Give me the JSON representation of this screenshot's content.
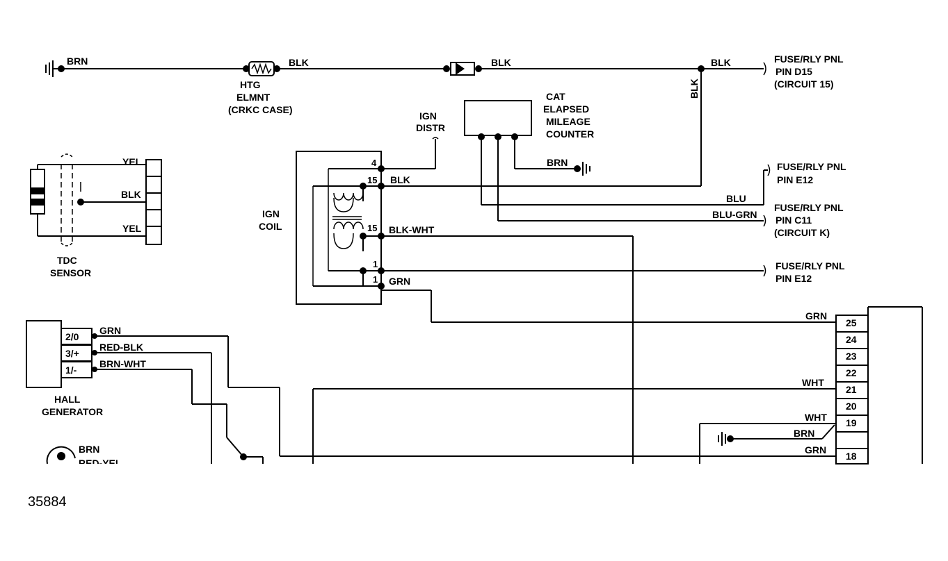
{
  "figure_number": "35884",
  "wire_labels": {
    "brn": "BRN",
    "blk": "BLK",
    "yel": "YEL",
    "blu": "BLU",
    "blu_grn": "BLU-GRN",
    "blk_wht": "BLK-WHT",
    "grn": "GRN",
    "red_blk": "RED-BLK",
    "brn_wht": "BRN-WHT",
    "wht": "WHT",
    "red_yel": "RED-YEL"
  },
  "components": {
    "htg_elmnt": [
      "HTG",
      "ELMNT",
      "(CRKC CASE)"
    ],
    "cat_counter": [
      "CAT",
      "ELAPSED",
      "MILEAGE",
      "COUNTER"
    ],
    "ign_distr": [
      "IGN",
      "DISTR"
    ],
    "ign_coil": [
      "IGN",
      "COIL"
    ],
    "tdc_sensor": [
      "TDC",
      "SENSOR"
    ],
    "hall_generator": [
      "HALL",
      "GENERATOR"
    ]
  },
  "destinations": {
    "d15": [
      "FUSE/RLY PNL",
      "PIN D15",
      "(CIRCUIT 15)"
    ],
    "e12_a": [
      "FUSE/RLY PNL",
      "PIN E12"
    ],
    "c11": [
      "FUSE/RLY PNL",
      "PIN C11",
      "(CIRCUIT K)"
    ],
    "e12_b": [
      "FUSE/RLY PNL",
      "PIN E12"
    ]
  },
  "coil_terminals": [
    "4",
    "15",
    "15",
    "1",
    "1"
  ],
  "hall_pins": [
    "2/0",
    "3/+",
    "1/-"
  ],
  "connector_pins": [
    "25",
    "24",
    "23",
    "22",
    "21",
    "20",
    "19",
    "",
    "18"
  ]
}
